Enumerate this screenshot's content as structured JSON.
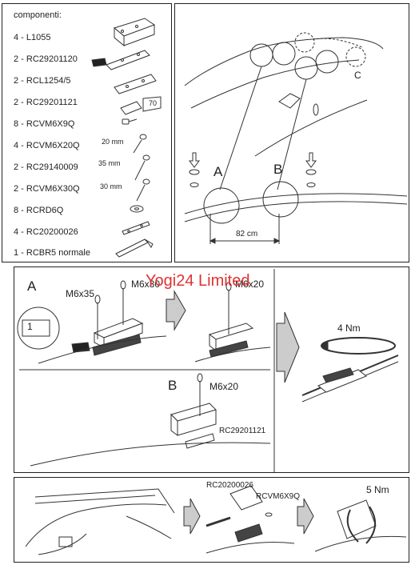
{
  "parts": {
    "header": "componenti:",
    "items": [
      {
        "label": "4 - L1055"
      },
      {
        "label": "2 - RC29201120"
      },
      {
        "label": "2 - RCL1254/5"
      },
      {
        "label": "2 - RC29201121"
      },
      {
        "label": "8 - RCVM6X9Q"
      },
      {
        "label": "4 - RCVM6X20Q",
        "size": "20 mm"
      },
      {
        "label": "2 - RC29140009",
        "size": "35 mm"
      },
      {
        "label": "2 - RCVM6X30Q",
        "size": "30 mm"
      },
      {
        "label": "8 - RCRD6Q"
      },
      {
        "label": "4 - RC20200026"
      },
      {
        "label": "1 - RCBR5 normale"
      }
    ],
    "tag_70": "70"
  },
  "roof": {
    "label_a": "A",
    "label_b": "B",
    "label_c": "C",
    "distance": "82 cm"
  },
  "assembly": {
    "label_a": "A",
    "label_b": "B",
    "m6x35": "M6x35",
    "m6x30": "M6x30",
    "m6x20_a": "M6x20",
    "m6x20_b": "M6x20",
    "position_1": "1",
    "torque": "4 Nm",
    "part_b": "RC29201121"
  },
  "mount": {
    "part_1": "RC20200026",
    "part_2": "RCVM6X9Q",
    "torque": "5 Nm"
  },
  "watermark": "Yogi24 Limited"
}
